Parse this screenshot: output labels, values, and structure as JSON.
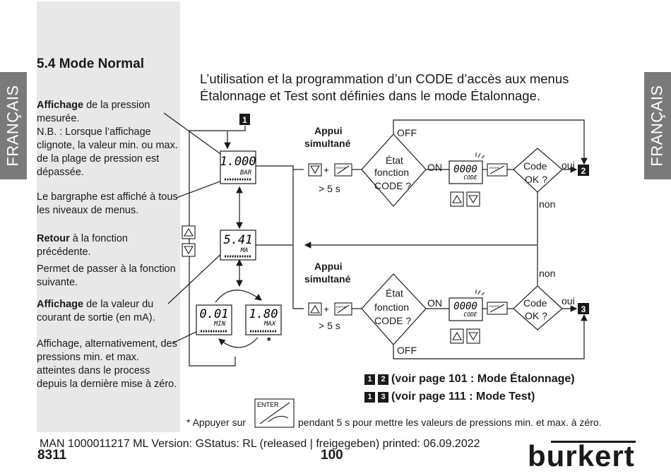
{
  "side_tab_left": "FRANÇAIS",
  "side_tab_right": "FRANÇAIS",
  "section_title": "5.4  Mode Normal",
  "intro": [
    "L’utilisation et la programmation d’un CODE d’accès aux menus",
    "Étalonnage et Test sont définies dans le mode Étalonnage."
  ],
  "notes": {
    "n1_bold": "Affichage",
    "n1_text": " de la pression mesurée.",
    "n1_extra": "N.B. : Lorsque l’affichage clignote, la valeur min. ou max. de la plage de pression est dépassée.",
    "n2": "Le bargraphe est affiché à tous les niveaux de menus.",
    "n3_bold": "Retour",
    "n3_text": " à la fonction précédente.",
    "n4": "Permet de passer à la fonction suivante.",
    "n5_bold": "Affichage",
    "n5_text": " de la valeur du courant de sortie (en mA).",
    "n6": "Affichage, alternativement, des pressions min. et max. atteintes dans le process depuis la dernière mise à zéro."
  },
  "displays": {
    "d1_value": "1.000",
    "d1_unit": "BAR",
    "d2_value": "5.41",
    "d2_unit": "MA",
    "d3_value": "0.01",
    "d3_unit": "MIN",
    "d4_value": "1.80",
    "d4_unit": "MAX",
    "code_value": "0000",
    "code_label": "CODE",
    "asterisk": "*"
  },
  "flow": {
    "box1": "1",
    "appui": "Appui",
    "simultane": "simultané",
    "gt5s": "> 5 s",
    "etat": "État",
    "fonction": "fonction",
    "code_q": "CODE ?",
    "on": "ON",
    "off": "OFF",
    "code_ok_1": "Code",
    "code_ok_2": "OK ?",
    "oui": "oui",
    "non": "non",
    "enter": "ENTER",
    "box2": "2",
    "box3": "3"
  },
  "refs": [
    {
      "a": "1",
      "b": "2",
      "text": "(voir page 101 : Mode Étalonnage)"
    },
    {
      "a": "1",
      "b": "3",
      "text": "(voir page 111 : Mode Test)"
    }
  ],
  "footnote_pre": "* Appuyer sur",
  "footnote_post": "pendant 5 s pour mettre les valeurs de pressions min. et max. à zéro.",
  "footer_line": "MAN  1000011217  ML  Version: GStatus: RL (released | freigegeben)  printed: 06.09.2022",
  "page_left": "8311",
  "page_center": "100",
  "brand": "burkert"
}
